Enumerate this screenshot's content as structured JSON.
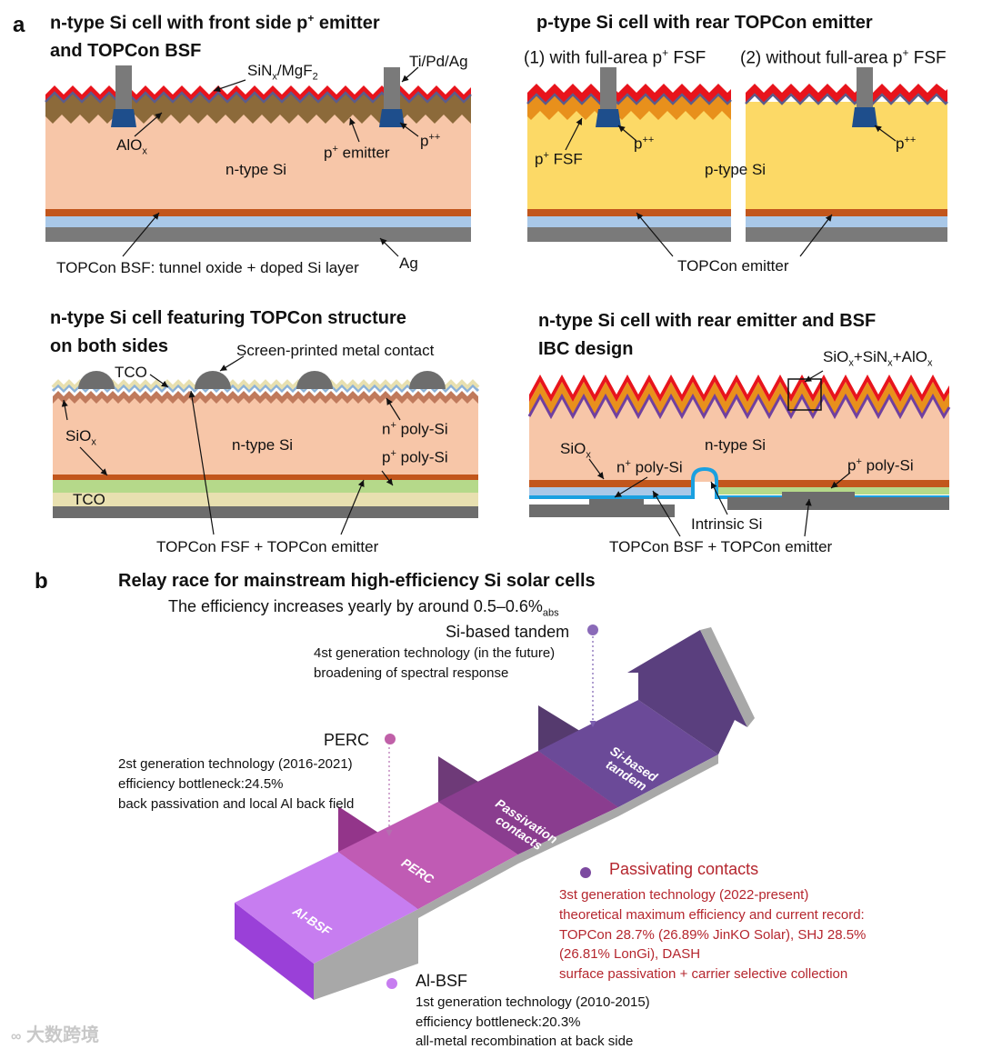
{
  "panel_a": {
    "letter": "a",
    "cell1": {
      "title_line1": "n-type Si cell with front side p",
      "title_sup": "+",
      "title_line1_end": " emitter",
      "title_line2": "and TOPCon BSF",
      "arc": "SiN",
      "arc_sub": "x",
      "arc_end": "/MgF",
      "arc_sub2": "2",
      "metal": "Ti/Pd/Ag",
      "alox": "AlO",
      "alox_sub": "x",
      "emitter": "p",
      "emitter_sup": "+",
      "emitter_end": " emitter",
      "ppp": "p",
      "ppp_sup": "++",
      "substrate": "n-type Si",
      "bsf": "TOPCon BSF: tunnel oxide + doped Si layer",
      "ag": "Ag"
    },
    "cell2": {
      "title": "p-type Si cell with rear TOPCon emitter",
      "sub1": "(1) with full-area p",
      "sub1_sup": "+",
      "sub1_end": " FSF",
      "sub2": "(2) without full-area p",
      "sub2_sup": "+",
      "sub2_end": " FSF",
      "fsf": "p",
      "fsf_sup": "+",
      "fsf_end": " FSF",
      "ppp": "p",
      "ppp_sup": "++",
      "substrate": "p-type Si",
      "emitter": "TOPCon emitter"
    },
    "cell3": {
      "title_line1": "n-type Si cell featuring TOPCon structure",
      "title_line2": "on both sides",
      "contact": "Screen-printed metal contact",
      "tco_top": "TCO",
      "siox": "SiO",
      "siox_sub": "x",
      "substrate": "n-type Si",
      "npoly": "n",
      "npoly_sup": "+",
      "npoly_end": " poly-Si",
      "ppoly": "p",
      "ppoly_sup": "+",
      "ppoly_end": " poly-Si",
      "tco_bottom": "TCO",
      "caption": "TOPCon FSF + TOPCon emitter"
    },
    "cell4": {
      "title_line1": "n-type Si cell with rear emitter and BSF",
      "title_line2": "IBC design",
      "stack": "SiO",
      "stack_sub1": "x",
      "stack_mid": "+SiN",
      "stack_sub2": "x",
      "stack_mid2": "+AlO",
      "stack_sub3": "x",
      "siox": "SiO",
      "siox_sub": "x",
      "substrate": "n-type Si",
      "npoly": "n",
      "npoly_sup": "+",
      "npoly_end": " poly-Si",
      "ppoly": "p",
      "ppoly_sup": "+",
      "ppoly_end": " poly-Si",
      "intrinsic": "Intrinsic Si",
      "caption": "TOPCon BSF + TOPCon emitter"
    }
  },
  "panel_b": {
    "letter": "b",
    "title": "Relay race for mainstream high-efficiency Si solar cells",
    "subtitle": "The efficiency increases yearly by around 0.5–0.6%",
    "subtitle_sub": "abs",
    "steps": [
      {
        "label": "Al-BSF",
        "color": "#c77df0"
      },
      {
        "label": "PERC",
        "color": "#b04fa0"
      },
      {
        "label": "Passivation contacts",
        "color": "#8a3d8f"
      },
      {
        "label": "Si-based tandem",
        "color": "#6b4a98"
      }
    ],
    "tandem": {
      "name": "Si-based tandem",
      "line1": "4st generation technology (in the future)",
      "line2": "broadening of spectral response"
    },
    "perc": {
      "name": "PERC",
      "line1": "2st generation technology (2016-2021)",
      "line2": "efficiency bottleneck:24.5%",
      "line3": "back passivation and local Al back field"
    },
    "passivating": {
      "name": "Passivating contacts",
      "line1": "3st generation technology (2022-present)",
      "line2": "theoretical maximum efficiency and current record:",
      "line3": "TOPCon 28.7% (26.89% JinKO Solar), SHJ 28.5%",
      "line4": "(26.81% LonGi), DASH",
      "line5": "surface passivation + carrier selective collection"
    },
    "albsf": {
      "name": "Al-BSF",
      "line1": "1st generation technology (2010-2015)",
      "line2": "efficiency bottleneck:20.3%",
      "line3": "all-metal recombination at back side"
    }
  },
  "watermark": "大数跨境",
  "colors": {
    "nsi": "#f7c6a8",
    "psi": "#fcd966",
    "red": "#e8141c",
    "orange": "#e07020",
    "brown": "#8c6a3a",
    "blue_layer": "#a9c8e8",
    "silver": "#7a7a7a",
    "contact_blue": "#1e4e8c",
    "text_red": "#b5262e"
  }
}
